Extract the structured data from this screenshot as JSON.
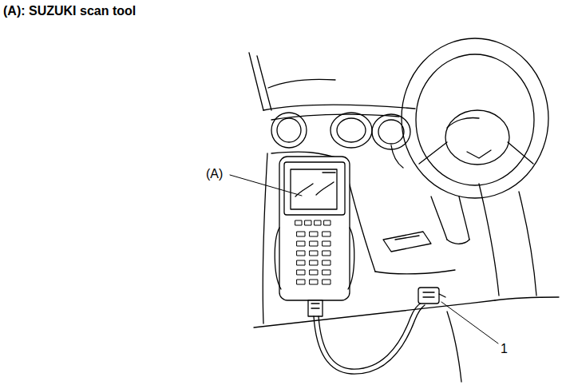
{
  "diagram": {
    "title": "(A): SUZUKI scan tool",
    "labels": [
      "(A)",
      "1"
    ]
  }
}
